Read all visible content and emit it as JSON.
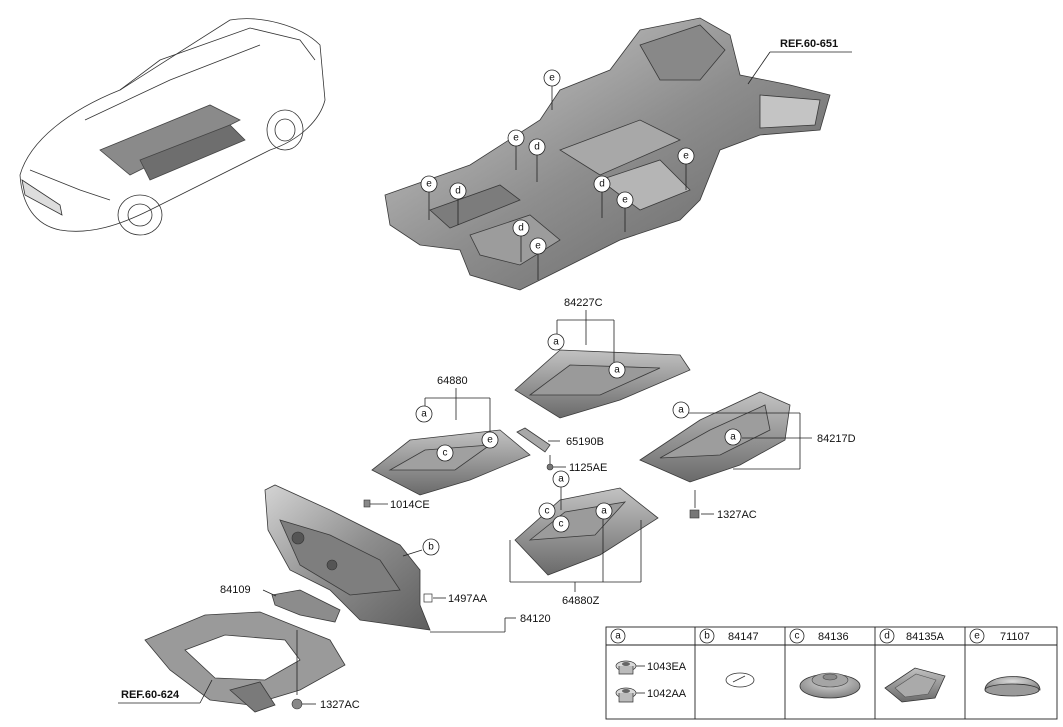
{
  "refs": {
    "floor": "REF.60-651",
    "subframe": "REF.60-624"
  },
  "parts": {
    "p84227C": "84227C",
    "p64880": "64880",
    "p65190B": "65190B",
    "p1125AE": "1125AE",
    "p84217D": "84217D",
    "p1014CE": "1014CE",
    "p1327AC_right": "1327AC",
    "p64880Z": "64880Z",
    "p84109": "84109",
    "p1497AA": "1497AA",
    "p84120": "84120",
    "p1327AC_bottom": "1327AC"
  },
  "callouts": [
    "a",
    "b",
    "c",
    "d",
    "e"
  ],
  "legend": {
    "columns": [
      {
        "key": "a",
        "part": ""
      },
      {
        "key": "b",
        "part": "84147"
      },
      {
        "key": "c",
        "part": "84136"
      },
      {
        "key": "d",
        "part": "84135A"
      },
      {
        "key": "e",
        "part": "71107"
      }
    ],
    "a_items": [
      "1043EA",
      "1042AA"
    ]
  },
  "colors": {
    "panel_dark": "#6e6e6e",
    "panel_mid": "#9a9a9a",
    "panel_light": "#c9c9c9",
    "line": "#222222"
  }
}
